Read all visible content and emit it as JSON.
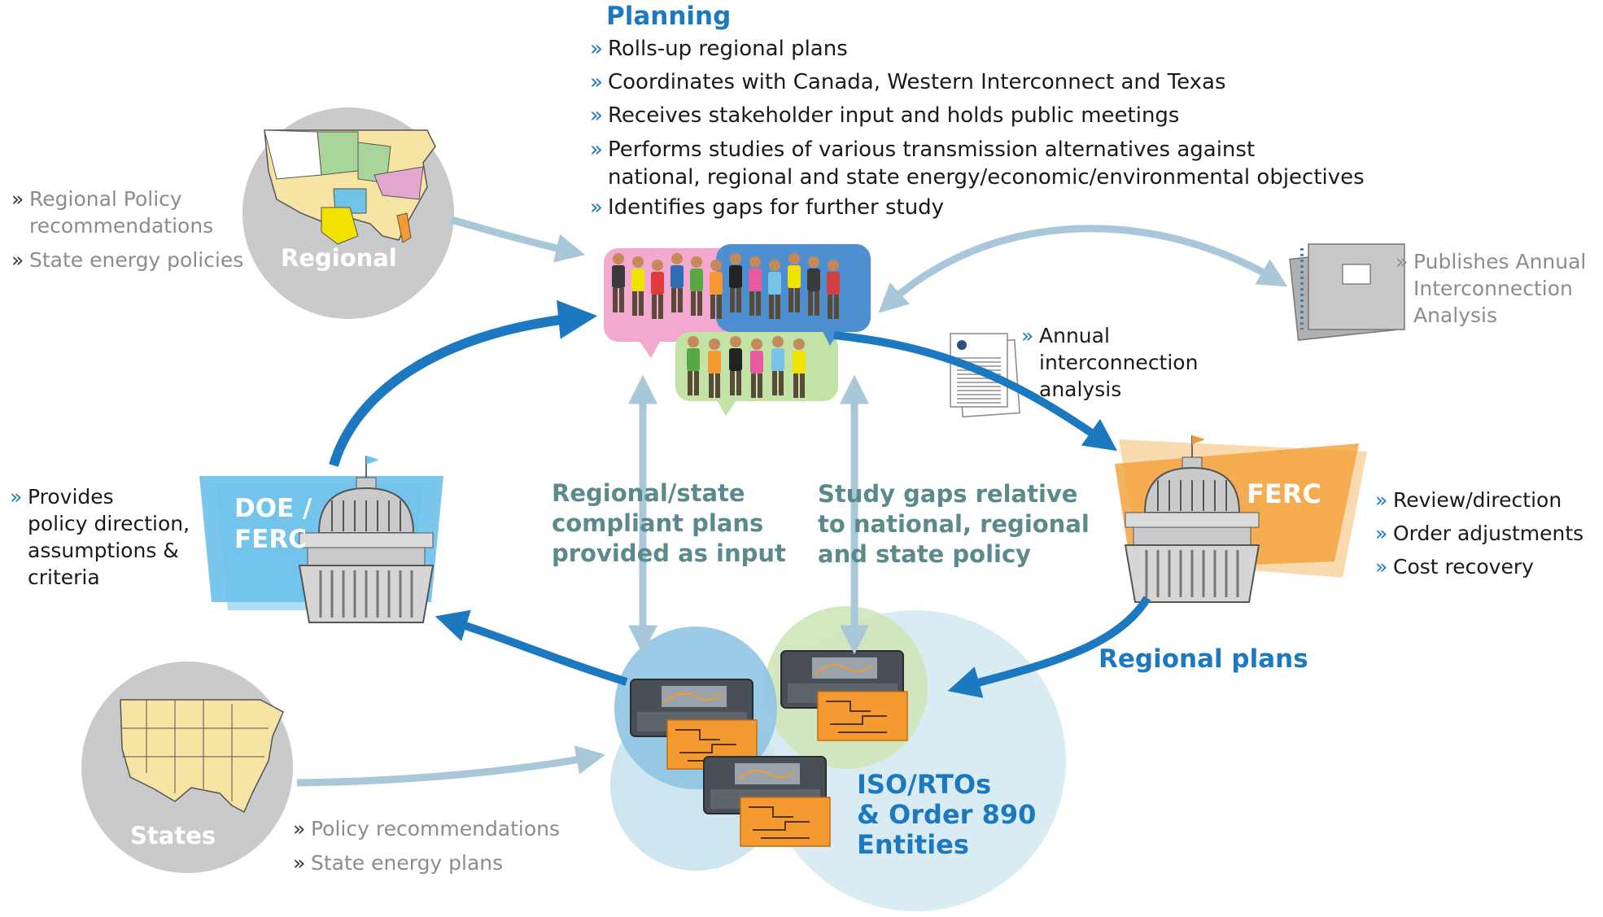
{
  "planning": {
    "title": "Planning",
    "bullets": [
      "Rolls-up regional plans",
      "Coordinates with Canada, Western Interconnect and Texas",
      "Receives stakeholder input and holds public meetings",
      "Performs studies of various transmission alternatives against",
      "national, regional and state energy/economic/environmental objectives",
      "Identifies gaps for further study"
    ]
  },
  "marker": "»",
  "regional": {
    "label": "Regional",
    "bullets": [
      "Regional Policy",
      "recommendations",
      "State energy policies"
    ]
  },
  "publishes": {
    "lines": [
      "Publishes Annual",
      "Interconnection",
      "Analysis"
    ]
  },
  "annual": {
    "lines": [
      "Annual",
      "interconnection",
      "analysis"
    ]
  },
  "doe": {
    "label_line1": "DOE /",
    "label_line2": "FERC",
    "bullet_lines": [
      "Provides",
      "policy direction,",
      "assumptions &",
      "criteria"
    ]
  },
  "ferc": {
    "label": "FERC",
    "bullets": [
      "Review/direction",
      "Order adjustments",
      "Cost recovery"
    ]
  },
  "center_left": {
    "lines": [
      "Regional/state",
      "compliant plans",
      "provided as input"
    ]
  },
  "center_right": {
    "lines": [
      "Study gaps relative",
      "to national, regional",
      "and state policy"
    ]
  },
  "regional_plans": "Regional plans",
  "iso": {
    "lines": [
      "ISO/RTOs",
      "& Order 890",
      "Entities"
    ]
  },
  "states": {
    "label": "States",
    "bullets": [
      "Policy recommendations",
      "State energy plans"
    ]
  },
  "colors": {
    "accent_blue": "#1c79c0",
    "light_blue_arrow": "#a8c8da",
    "teal_text": "#5b8a8c",
    "grey_text": "#8a8d90",
    "ferc_orange": "#f4a340",
    "doe_blue": "#4fb3e6"
  }
}
